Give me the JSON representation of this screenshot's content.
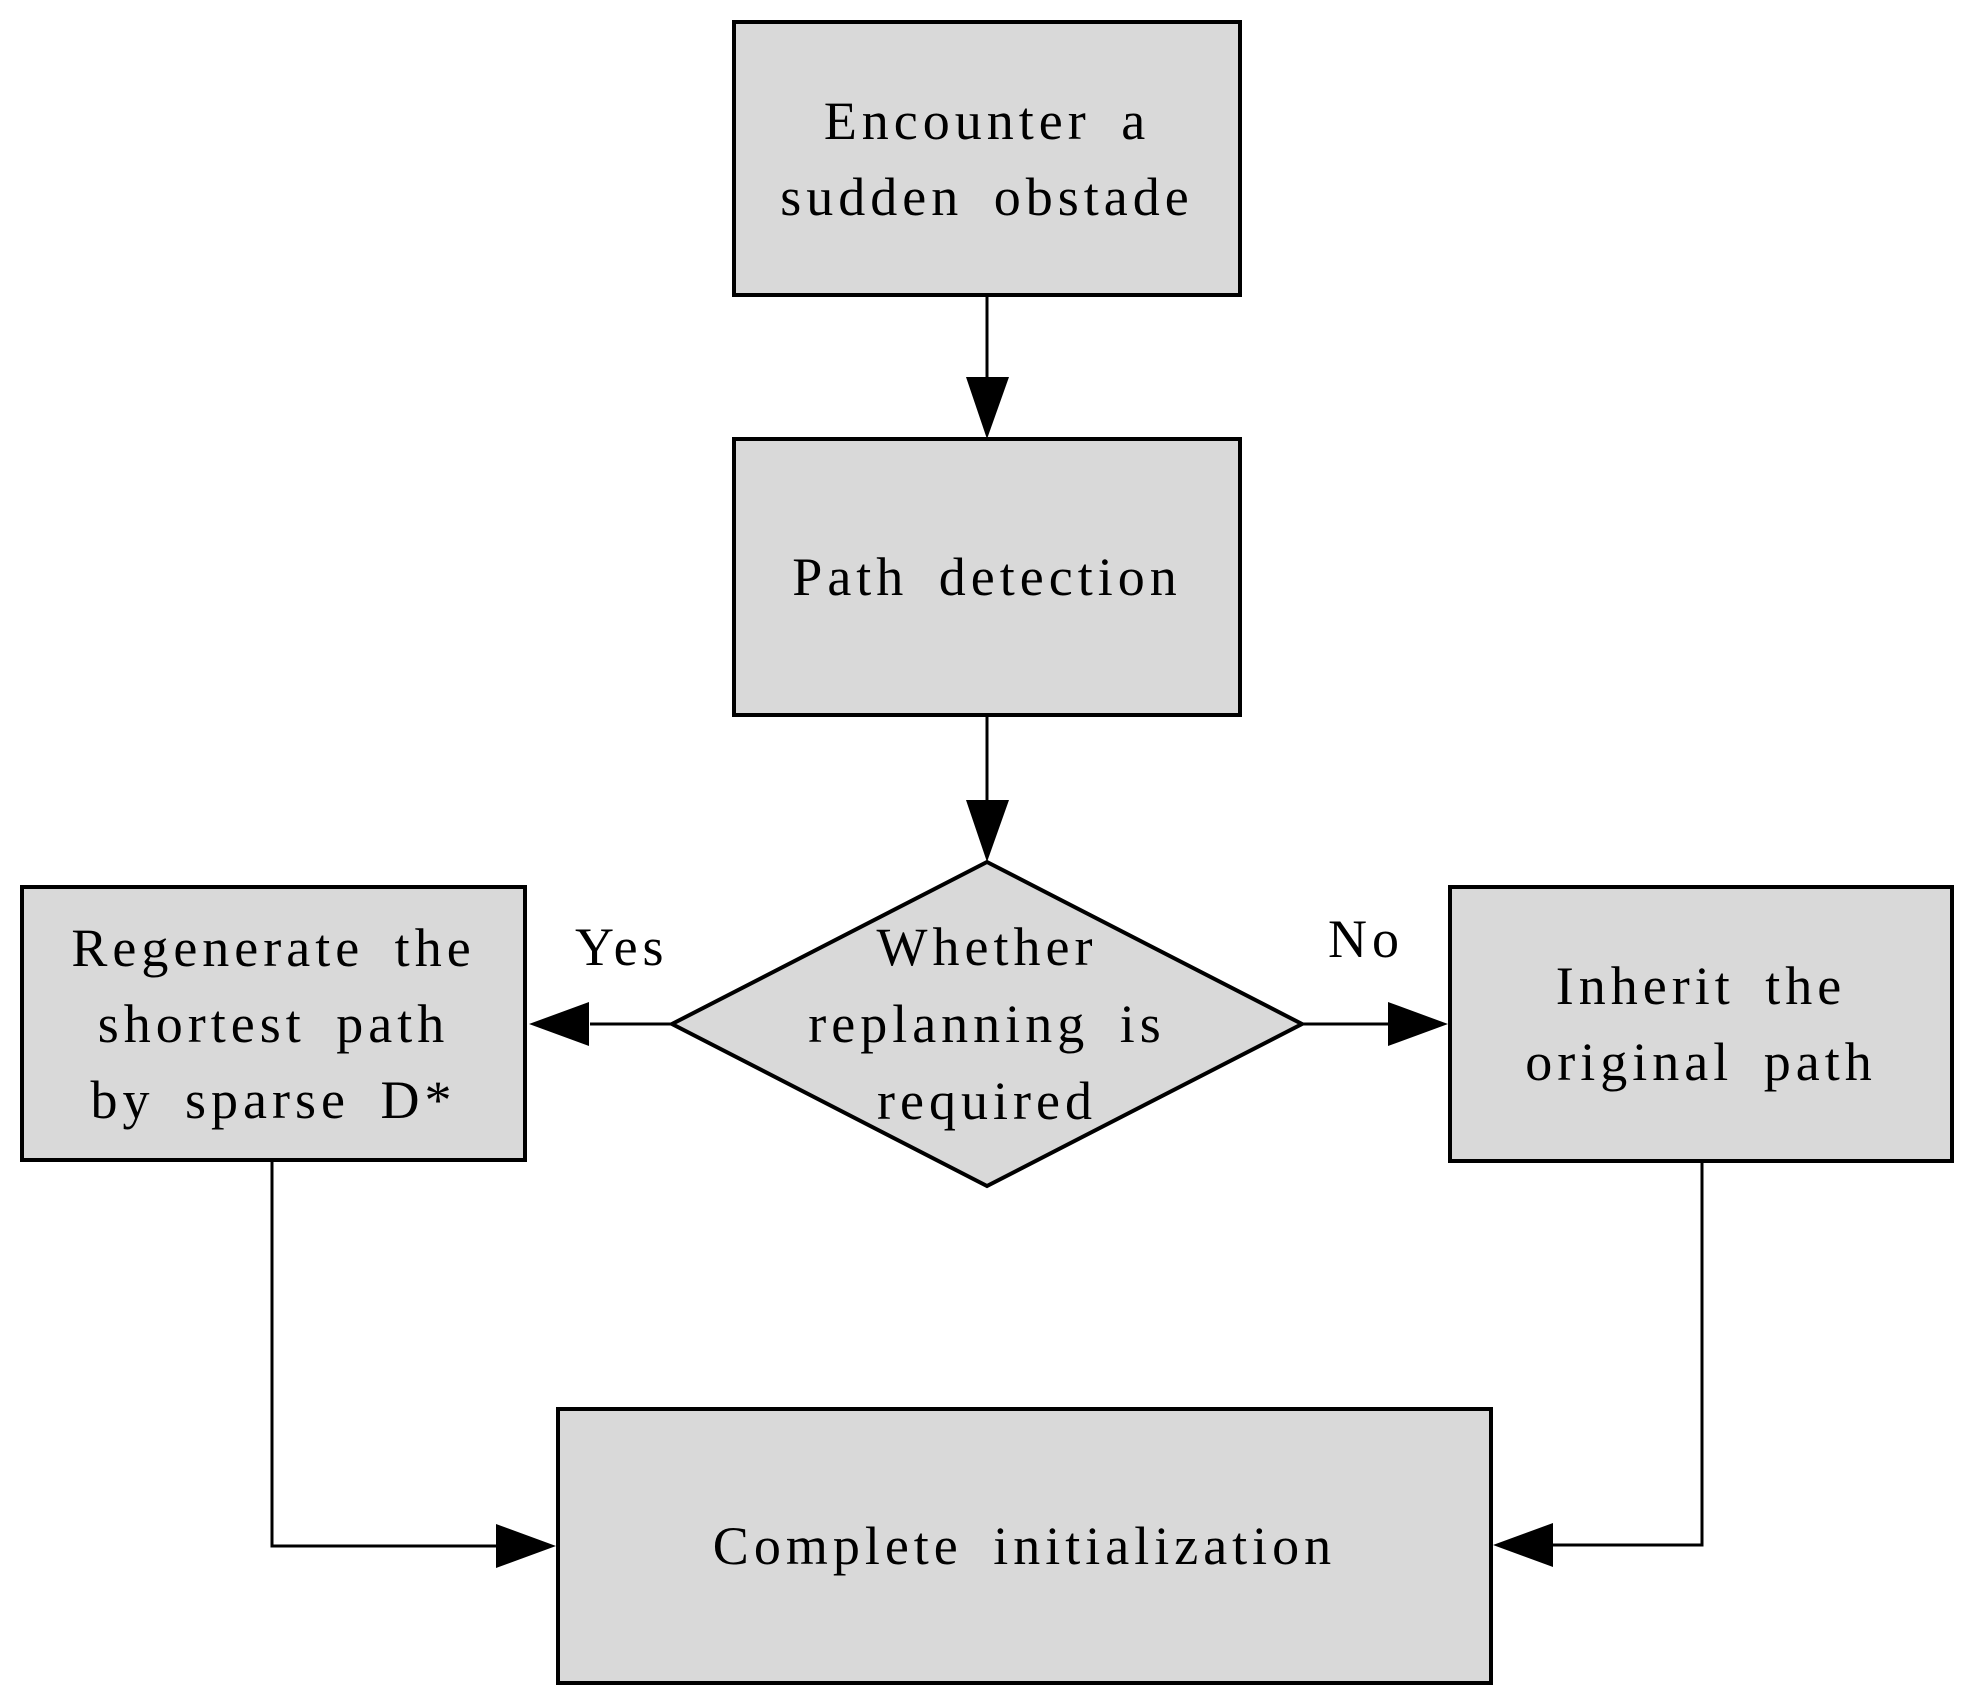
{
  "colors": {
    "node_fill": "#d9d9d9",
    "node_border": "#000000",
    "line": "#000000",
    "text": "#000000",
    "background": "#ffffff"
  },
  "nodes": {
    "encounter": {
      "lines": [
        "Encounter a",
        "sudden obstade"
      ]
    },
    "path_detection": {
      "lines": [
        "Path detection"
      ]
    },
    "decision": {
      "lines": [
        "Whether",
        "replanning is",
        "required"
      ]
    },
    "regenerate": {
      "lines": [
        "Regenerate the",
        "shortest path",
        "by sparse D*"
      ]
    },
    "inherit": {
      "lines": [
        "Inherit the",
        "original path"
      ]
    },
    "complete": {
      "lines": [
        "Complete initialization"
      ]
    }
  },
  "edge_labels": {
    "yes": "Yes",
    "no": "No"
  }
}
